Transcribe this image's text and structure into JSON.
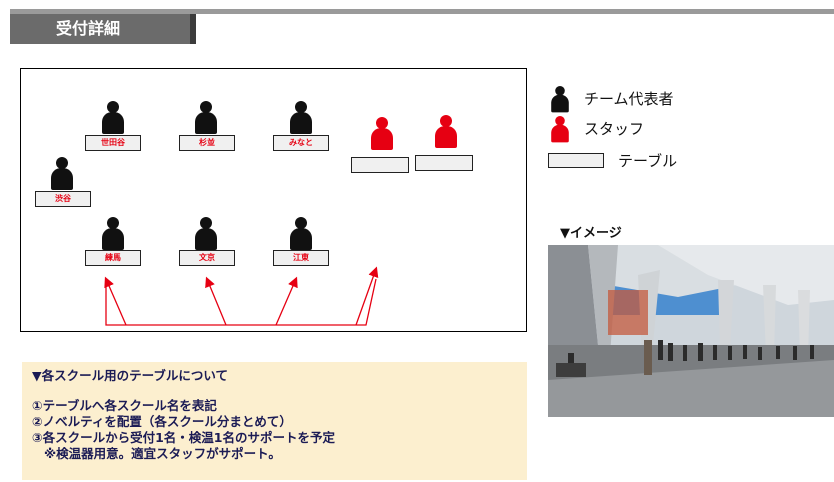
{
  "header": {
    "title": "受付詳細"
  },
  "diagram": {
    "tables": [
      {
        "id": "setagaya",
        "label": "世田谷"
      },
      {
        "id": "suginami",
        "label": "杉並"
      },
      {
        "id": "minato",
        "label": "みなと"
      },
      {
        "id": "shibuya",
        "label": "渋谷"
      },
      {
        "id": "nerima",
        "label": "練馬"
      },
      {
        "id": "bunkyo",
        "label": "文京"
      },
      {
        "id": "koto",
        "label": "江東"
      }
    ]
  },
  "legend": {
    "representative": "チーム代表者",
    "staff": "スタッフ",
    "table": "テーブル"
  },
  "image": {
    "label": "▼イメージ"
  },
  "note": {
    "title": "▼各スクール用のテーブルについて",
    "lines": [
      "①テーブルへ各スクール名を表記",
      "②ノベルティを配置（各スクール分まとめて）",
      "③各スクールから受付1名・検温1名のサポートを予定",
      "※検温器用意。適宜スタッフがサポート。"
    ]
  },
  "colors": {
    "staff": "#e60012",
    "representative": "#111111",
    "arrow": "#e60012",
    "note_bg": "#fcefcf"
  }
}
